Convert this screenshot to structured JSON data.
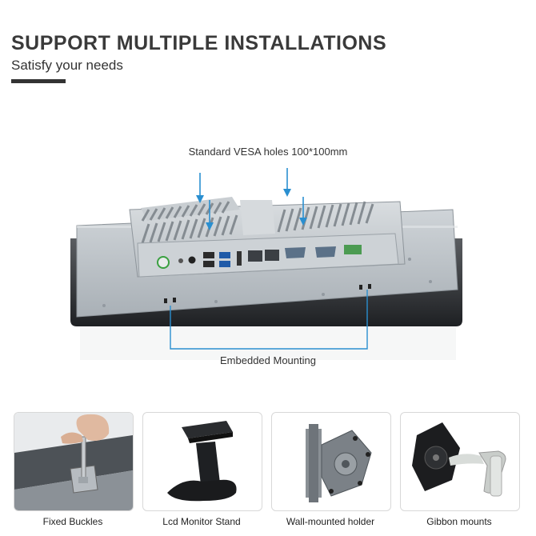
{
  "heading": {
    "title": "SUPPORT MULTIPLE INSTALLATIONS",
    "subtitle": "Satisfy your needs"
  },
  "callouts": {
    "vesa": "Standard VESA holes 100*100mm",
    "embedded": "Embedded Mounting"
  },
  "colors": {
    "accent_blue": "#2a8fd0",
    "heading_gray": "#3a3a3a",
    "panel_gray": "#b9bfc5"
  },
  "options": [
    {
      "caption": "Fixed Buckles",
      "icon": "fixed-buckle-photo"
    },
    {
      "caption": "Lcd Monitor Stand",
      "icon": "monitor-stand-photo"
    },
    {
      "caption": "Wall-mounted holder",
      "icon": "wall-mount-photo"
    },
    {
      "caption": "Gibbon mounts",
      "icon": "gibbon-mount-photo"
    }
  ]
}
